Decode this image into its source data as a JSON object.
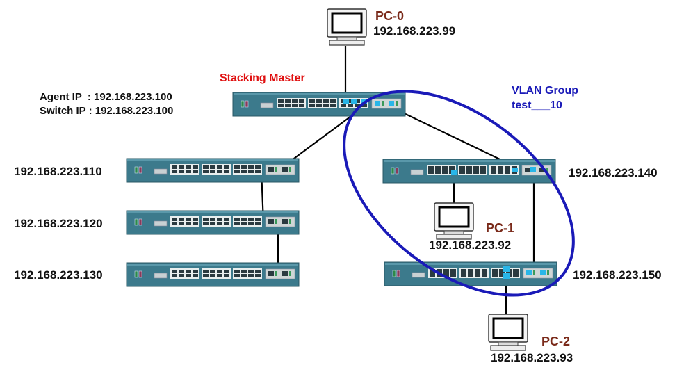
{
  "diagram": {
    "type": "network-topology",
    "colors": {
      "switch_body": "#3c7a8c",
      "switch_panel": "#cfd6d6",
      "highlight_port": "#29b6e8",
      "vlan_ellipse": "#1a1ab8",
      "pc_label": "#7a2a1a",
      "master_label": "#e01010"
    },
    "master": {
      "title": "Stacking Master",
      "agent_ip_label": "Agent IP  : 192.168.223.100",
      "switch_ip_label": "Switch IP : 192.168.223.100"
    },
    "vlan_group": {
      "line1": "VLAN Group",
      "line2": "test___10"
    },
    "switches": [
      {
        "id": "sw-master",
        "ip": "192.168.223.100"
      },
      {
        "id": "sw-110",
        "ip": "192.168.223.110"
      },
      {
        "id": "sw-120",
        "ip": "192.168.223.120"
      },
      {
        "id": "sw-130",
        "ip": "192.168.223.130"
      },
      {
        "id": "sw-140",
        "ip": "192.168.223.140"
      },
      {
        "id": "sw-150",
        "ip": "192.168.223.150"
      }
    ],
    "pcs": [
      {
        "id": "pc-0",
        "name": "PC-0",
        "ip": "192.168.223.99"
      },
      {
        "id": "pc-1",
        "name": "PC-1",
        "ip": "192.168.223.92"
      },
      {
        "id": "pc-2",
        "name": "PC-2",
        "ip": "192.168.223.93"
      }
    ],
    "links": [
      {
        "from": "pc-0",
        "to": "sw-master"
      },
      {
        "from": "sw-master",
        "to": "sw-110"
      },
      {
        "from": "sw-master",
        "to": "sw-140"
      },
      {
        "from": "sw-110",
        "to": "sw-120"
      },
      {
        "from": "sw-120",
        "to": "sw-130"
      },
      {
        "from": "sw-140",
        "to": "pc-1"
      },
      {
        "from": "sw-140",
        "to": "sw-150"
      },
      {
        "from": "sw-150",
        "to": "pc-2"
      }
    ]
  }
}
